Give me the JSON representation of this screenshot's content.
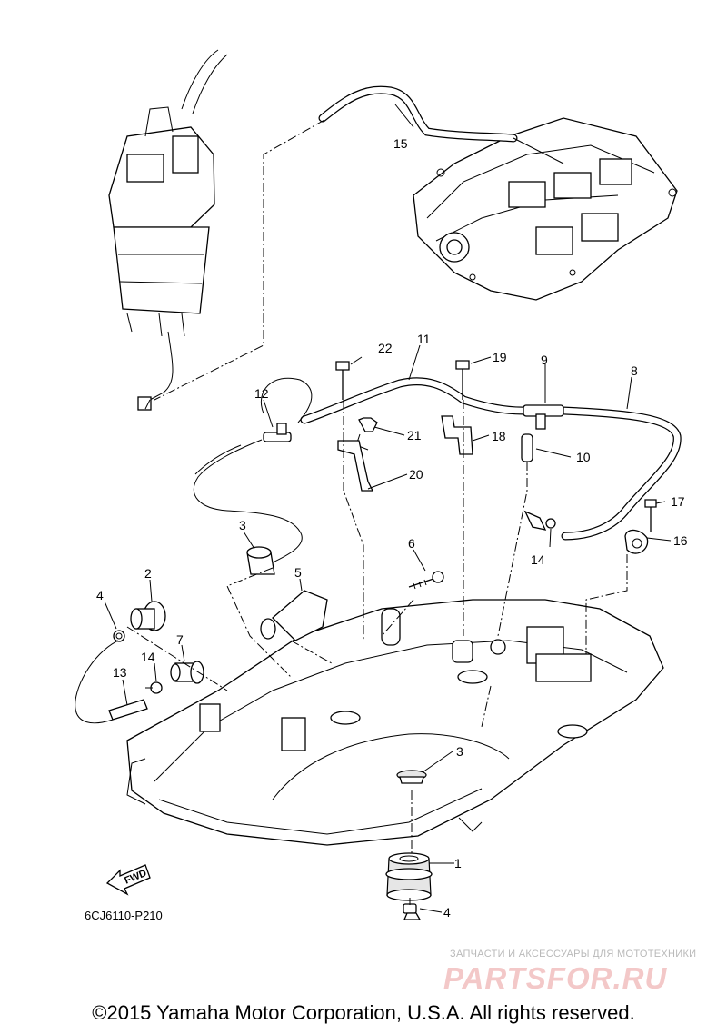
{
  "parts": [
    {
      "no": "1"
    },
    {
      "no": "2"
    },
    {
      "no": "3"
    },
    {
      "no": "3"
    },
    {
      "no": "4"
    },
    {
      "no": "4"
    },
    {
      "no": "5"
    },
    {
      "no": "6"
    },
    {
      "no": "7"
    },
    {
      "no": "8"
    },
    {
      "no": "9"
    },
    {
      "no": "10"
    },
    {
      "no": "11"
    },
    {
      "no": "12"
    },
    {
      "no": "13"
    },
    {
      "no": "14"
    },
    {
      "no": "14"
    },
    {
      "no": "15"
    },
    {
      "no": "16"
    },
    {
      "no": "17"
    },
    {
      "no": "18"
    },
    {
      "no": "19"
    },
    {
      "no": "20"
    },
    {
      "no": "21"
    },
    {
      "no": "22"
    }
  ],
  "fwd_label": "FWD",
  "diagram_code": "6CJ6110-P210",
  "watermark": {
    "caption": "ЗАПЧАСТИ И АКСЕССУАРЫ ДЛЯ МОТОТЕХНИКИ",
    "logo": "PARTSFOR.RU"
  },
  "copyright": "©2015 Yamaha Motor Corporation, U.S.A. All rights reserved."
}
